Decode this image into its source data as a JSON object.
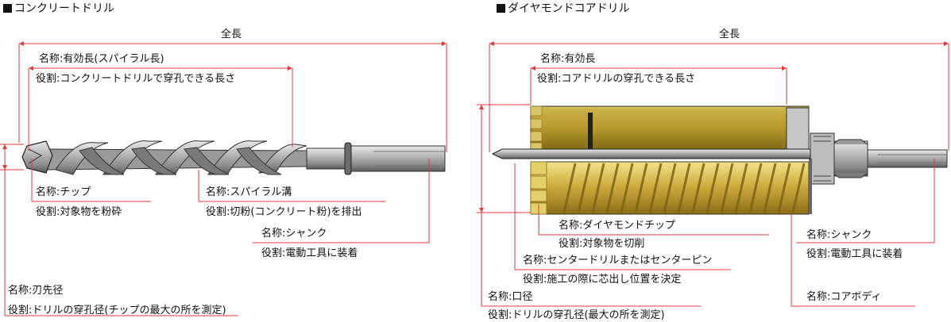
{
  "left": {
    "title": "コンクリートドリル",
    "overall": "全長",
    "effective_name": "名称:有効長(スパイラル長)",
    "effective_role": "役割:コンクリートドリルで穿孔できる長さ",
    "tip_name": "名称:チップ",
    "tip_role": "役割:対象物を粉砕",
    "spiral_name": "名称:スパイラル溝",
    "spiral_role": "役割:切粉(コンクリート粉)を排出",
    "shank_name": "名称:シャンク",
    "shank_role": "役割:電動工具に装着",
    "dia_name": "名称:刃先径",
    "dia_role": "役割:ドリルの穿孔径(チップの最大の所を測定)"
  },
  "right": {
    "title": "ダイヤモンドコアドリル",
    "overall": "全長",
    "effective_name": "名称:有効長",
    "effective_role": "役割:コアドリルの穿孔できる長さ",
    "chip_name": "名称:ダイヤモンドチップ",
    "chip_role": "役割:対象物を切削",
    "center_name": "名称:センタードリルまたはセンターピン",
    "center_role": "役割:施工の際に芯出し位置を決定",
    "dia_name": "名称:口径",
    "dia_role": "役割:ドリルの穿孔径(最大の所を測定)",
    "shank_name": "名称:シャンク",
    "shank_role": "役割:電動工具に装着",
    "body_name": "名称:コアボディ"
  }
}
